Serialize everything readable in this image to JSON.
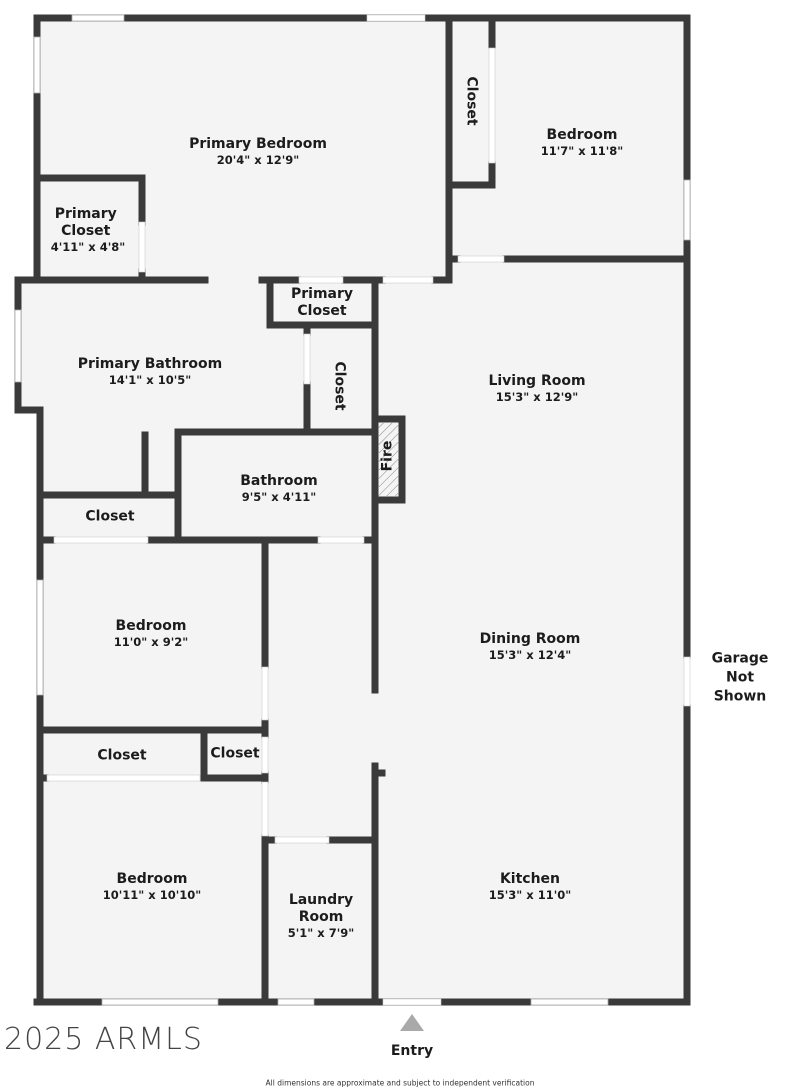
{
  "colors": {
    "wall": "#3a3a3a",
    "floor": "#f4f4f4",
    "background": "#ffffff",
    "entry_arrow": "#a9a9a9"
  },
  "rooms": [
    {
      "id": "primary-bedroom",
      "name": "Primary Bedroom",
      "dimensions": "20'4\" x 12'9\""
    },
    {
      "id": "primary-closet-1",
      "name": "Primary Closet",
      "dimensions": "4'11\" x 4'8\""
    },
    {
      "id": "closet-bedroom1",
      "name": "Closet"
    },
    {
      "id": "bedroom-1",
      "name": "Bedroom",
      "dimensions": "11'7\" x 11'8\""
    },
    {
      "id": "primary-closet-2",
      "name": "Primary Closet"
    },
    {
      "id": "primary-bathroom",
      "name": "Primary Bathroom",
      "dimensions": "14'1\" x 10'5\""
    },
    {
      "id": "closet-vertical",
      "name": "Closet"
    },
    {
      "id": "living-room",
      "name": "Living Room",
      "dimensions": "15'3\" x 12'9\""
    },
    {
      "id": "fireplace",
      "name": "Fire"
    },
    {
      "id": "bathroom",
      "name": "Bathroom",
      "dimensions": "9'5\" x 4'11\""
    },
    {
      "id": "closet-hall",
      "name": "Closet"
    },
    {
      "id": "bedroom-2",
      "name": "Bedroom",
      "dimensions": "11'0\" x 9'2\""
    },
    {
      "id": "dining-room",
      "name": "Dining Room",
      "dimensions": "15'3\" x 12'4\""
    },
    {
      "id": "closet-bedroom3-a",
      "name": "Closet"
    },
    {
      "id": "closet-bedroom3-b",
      "name": "Closet"
    },
    {
      "id": "bedroom-3",
      "name": "Bedroom",
      "dimensions": "10'11\" x 10'10\""
    },
    {
      "id": "laundry-room",
      "name": "Laundry Room",
      "name_line1": "Laundry",
      "name_line2": "Room",
      "dimensions": "5'1\" x 7'9\""
    },
    {
      "id": "kitchen",
      "name": "Kitchen",
      "dimensions": "15'3\" x 11'0\""
    }
  ],
  "annotations": {
    "garage_line1": "Garage Not",
    "garage_line2": "Shown",
    "entry": "Entry",
    "watermark": "2025 ARMLS",
    "disclaimer": "All dimensions are approximate and subject to independent verification"
  }
}
